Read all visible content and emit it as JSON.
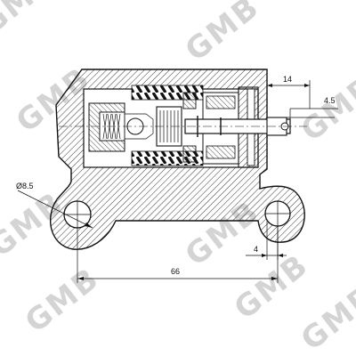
{
  "watermark": {
    "text": "GMB"
  },
  "dimensions": {
    "overall_width": "14",
    "rod_offset": "4.5",
    "hole_diameter": "Ø8.5",
    "small_offset": "4",
    "hole_spacing": "66"
  }
}
